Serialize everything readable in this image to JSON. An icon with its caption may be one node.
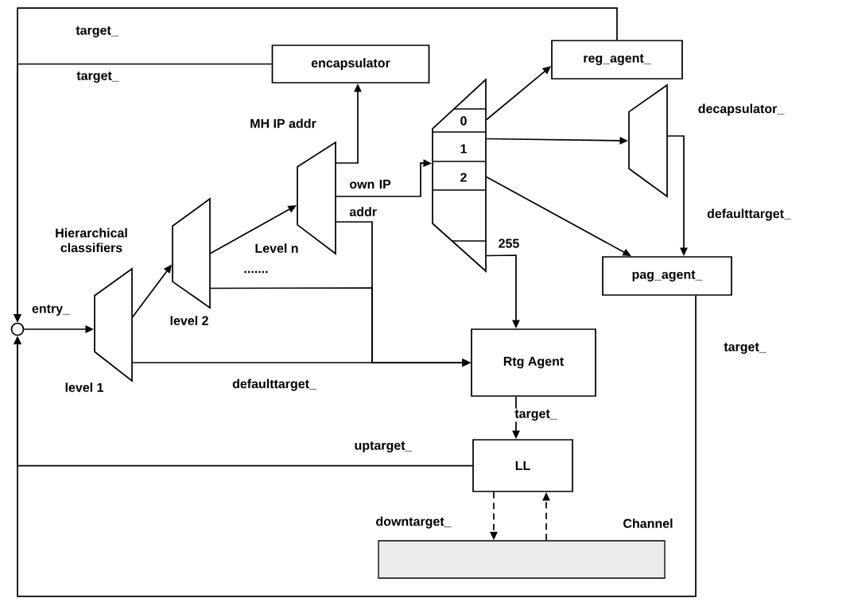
{
  "diagram": {
    "nodes": [
      {
        "text": [
          "encapsulator"
        ]
      },
      {
        "text": [
          "reg_agent_"
        ]
      },
      {
        "text": [],
        "shape": "trapezoid",
        "beside": [
          "level 1"
        ]
      },
      {
        "text": [],
        "shape": "trapezoid",
        "beside": [
          "level 2"
        ]
      },
      {
        "text": [],
        "shape": "trapezoid"
      },
      {
        "text": [
          "0",
          "1",
          "2"
        ],
        "beside": [
          "255"
        ]
      },
      {
        "text": [],
        "shape": "trapezoid",
        "beside": [
          "decapsulator_"
        ]
      },
      {
        "text": [
          "pag_agent_"
        ]
      },
      {
        "text": [
          "Rtg Agent"
        ]
      },
      {
        "text": [
          "LL"
        ]
      },
      {
        "text": [],
        "shape": "bar",
        "beside": [
          "Channel"
        ]
      },
      {
        "text": [],
        "shape": "circle"
      }
    ],
    "edges": [
      {
        "from": 1,
        "to": 11,
        "arrow": "to",
        "label": "target_"
      },
      {
        "from": 0,
        "to": 11,
        "arrow": "to",
        "label": "target_"
      },
      {
        "from": 9,
        "to": 11,
        "arrow": "to",
        "label": "uptarget_"
      },
      {
        "from": 7,
        "to": 11,
        "arrow": "to",
        "label": "target_"
      },
      {
        "from": 11,
        "to": 2,
        "arrow": "to",
        "label": "entry_"
      },
      {
        "from": 2,
        "to": 3,
        "arrow": "to"
      },
      {
        "from": 3,
        "to": 4,
        "arrow": "to",
        "label": "Level n"
      },
      {
        "from": 4,
        "to": 0,
        "arrow": "to",
        "label": "MH IP addr"
      },
      {
        "from": 4,
        "to": 5,
        "arrow": "to",
        "label": "own IP addr"
      },
      {
        "from": 4,
        "to": 8,
        "arrow": "to"
      },
      {
        "from": 3,
        "to": 8,
        "arrow": "to"
      },
      {
        "from": 2,
        "to": 8,
        "arrow": "to",
        "label": "defaulttarget_"
      },
      {
        "from": 5,
        "to": 1,
        "arrow": "to"
      },
      {
        "from": 5,
        "to": 6,
        "arrow": "to"
      },
      {
        "from": 5,
        "to": 7,
        "arrow": "to"
      },
      {
        "from": 5,
        "to": 8,
        "arrow": "to"
      },
      {
        "from": 6,
        "to": 7,
        "arrow": "to",
        "label": "defaulttarget_"
      },
      {
        "from": 8,
        "to": 9,
        "arrow": "to",
        "label": "target_"
      },
      {
        "from": 9,
        "to": 10,
        "arrow": "to",
        "label": "downtarget_",
        "style": "dashed"
      },
      {
        "from": 10,
        "to": 9,
        "arrow": "to",
        "style": "dashed"
      }
    ],
    "labels": [
      "Hierarchical classifiers",
      "......."
    ]
  }
}
